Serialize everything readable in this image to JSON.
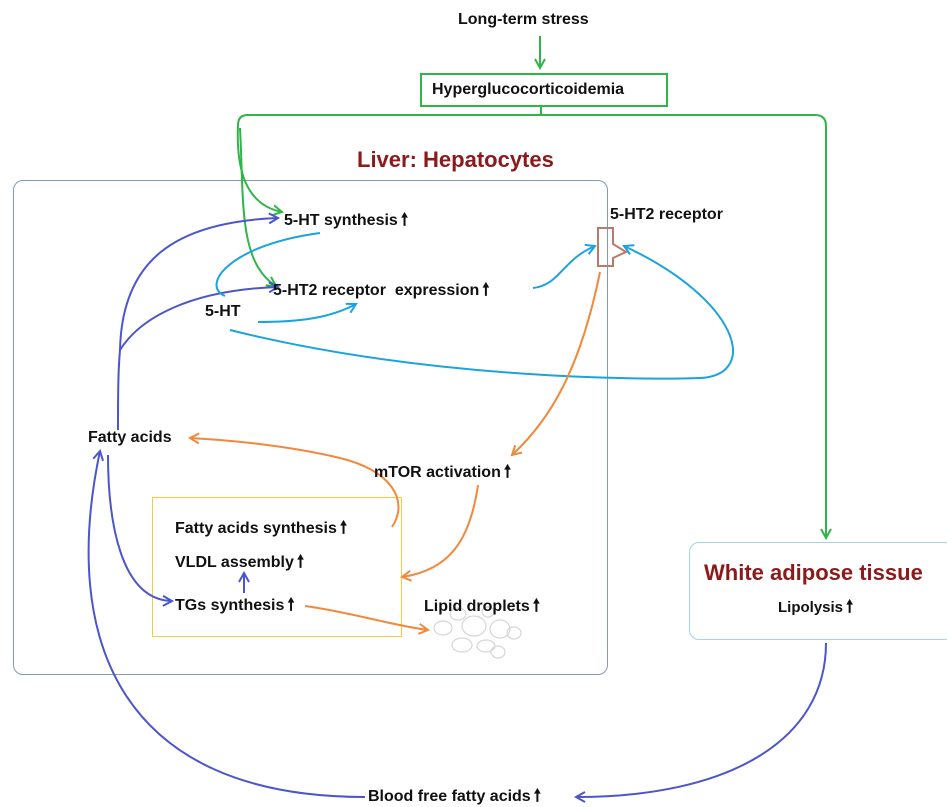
{
  "colors": {
    "green": "#2fb548",
    "blue": "#4b55cc",
    "cyan": "#1ba3de",
    "orange": "#f2883c",
    "maroon": "#8b1a1a",
    "liver_border": "#7f9bb8",
    "yellow_border": "#f3c94e",
    "receptor": "#b97a6a"
  },
  "labels": {
    "long_term_stress": "Long-term stress",
    "hyperglucocorticoidemia": "Hyperglucocorticoidemia",
    "liver_title": "Liver: Hepatocytes",
    "ht_synthesis": "5-HT synthesis",
    "ht2_receptor": "5-HT2 receptor",
    "ht2_expression": "5-HT2 receptor  expression",
    "ht": "5-HT",
    "fatty_acids": "Fatty acids",
    "mtor": "mTOR activation",
    "fa_synthesis": "Fatty acids synthesis",
    "vldl": "VLDL assembly",
    "tgs": "TGs synthesis",
    "lipid_droplets": "Lipid droplets",
    "wat_title": "White adipose tissue",
    "lipolysis": "Lipolysis",
    "blood_ffa": "Blood free fatty acids",
    "up_arrow": "🠕"
  }
}
